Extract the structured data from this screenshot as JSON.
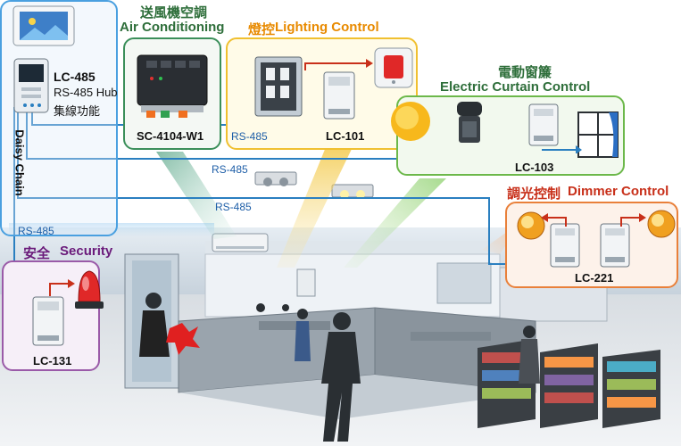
{
  "colors": {
    "bus_line": "#2a7fc0",
    "hub_panel_border": "#4aa0e0",
    "aircon_border": "#3b8f5a",
    "aircon_title": "#2e6e3a",
    "lighting_border": "#f0c030",
    "lighting_title": "#e88a00",
    "curtain_border": "#6cb84a",
    "curtain_title": "#2e6e3a",
    "dimmer_border": "#e9803a",
    "dimmer_title": "#c8301a",
    "security_border": "#9a5aa8",
    "security_title": "#6a1a7a"
  },
  "hub": {
    "device": "LC-485",
    "line1": "RS-485 Hub",
    "line2": "集線功能",
    "daisy_chain": "Daisy Chain"
  },
  "aircon": {
    "title_zh": "送風機空調",
    "title_en": "Air Conditioning",
    "device": "SC-4104-W1"
  },
  "lighting": {
    "title_zh": "燈控",
    "title_en": "Lighting Control",
    "device": "LC-101"
  },
  "curtain": {
    "title_zh": "電動窗簾",
    "title_en": "Electric Curtain Control",
    "device": "LC-103"
  },
  "dimmer": {
    "title_zh": "調光控制",
    "title_en": "Dimmer Control",
    "device": "LC-221"
  },
  "security": {
    "title_zh": "安全",
    "title_en": "Security",
    "device": "LC-131"
  },
  "bus_labels": {
    "rs485_a": "RS-485",
    "rs485_b": "RS-485",
    "rs485_c": "RS-485",
    "rs485_d": "RS-485"
  }
}
